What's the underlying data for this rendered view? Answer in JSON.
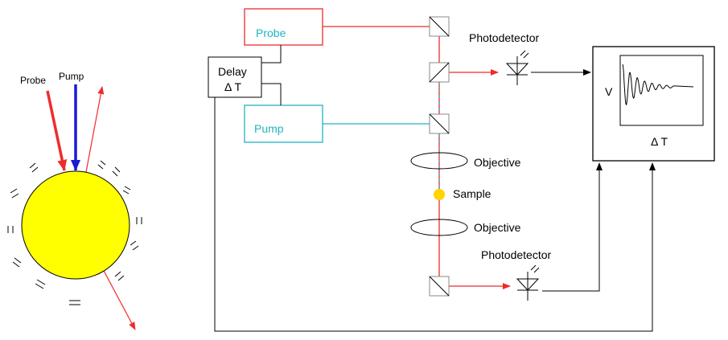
{
  "left_figure": {
    "probe_label": "Probe",
    "pump_label": "Pump"
  },
  "setup": {
    "probe_box": "Probe",
    "pump_box": "Pump",
    "delay_label": "Delay",
    "delay_symbol": "Δ T",
    "photodetector_top": "Photodetector",
    "photodetector_bottom": "Photodetector",
    "objective_top": "Objective",
    "objective_bottom": "Objective",
    "sample_label": "Sample",
    "scope_axis_label": "V",
    "scope_delay_label": "Δ T"
  },
  "colors": {
    "probe": "#ef2b2b",
    "pump": "#1fb5c2",
    "pump_arrow": "#1a1ad6",
    "sphere_fill": "#ffff00",
    "sample_fill": "#ffd400",
    "line": "#000000",
    "box_border": "#888888"
  }
}
